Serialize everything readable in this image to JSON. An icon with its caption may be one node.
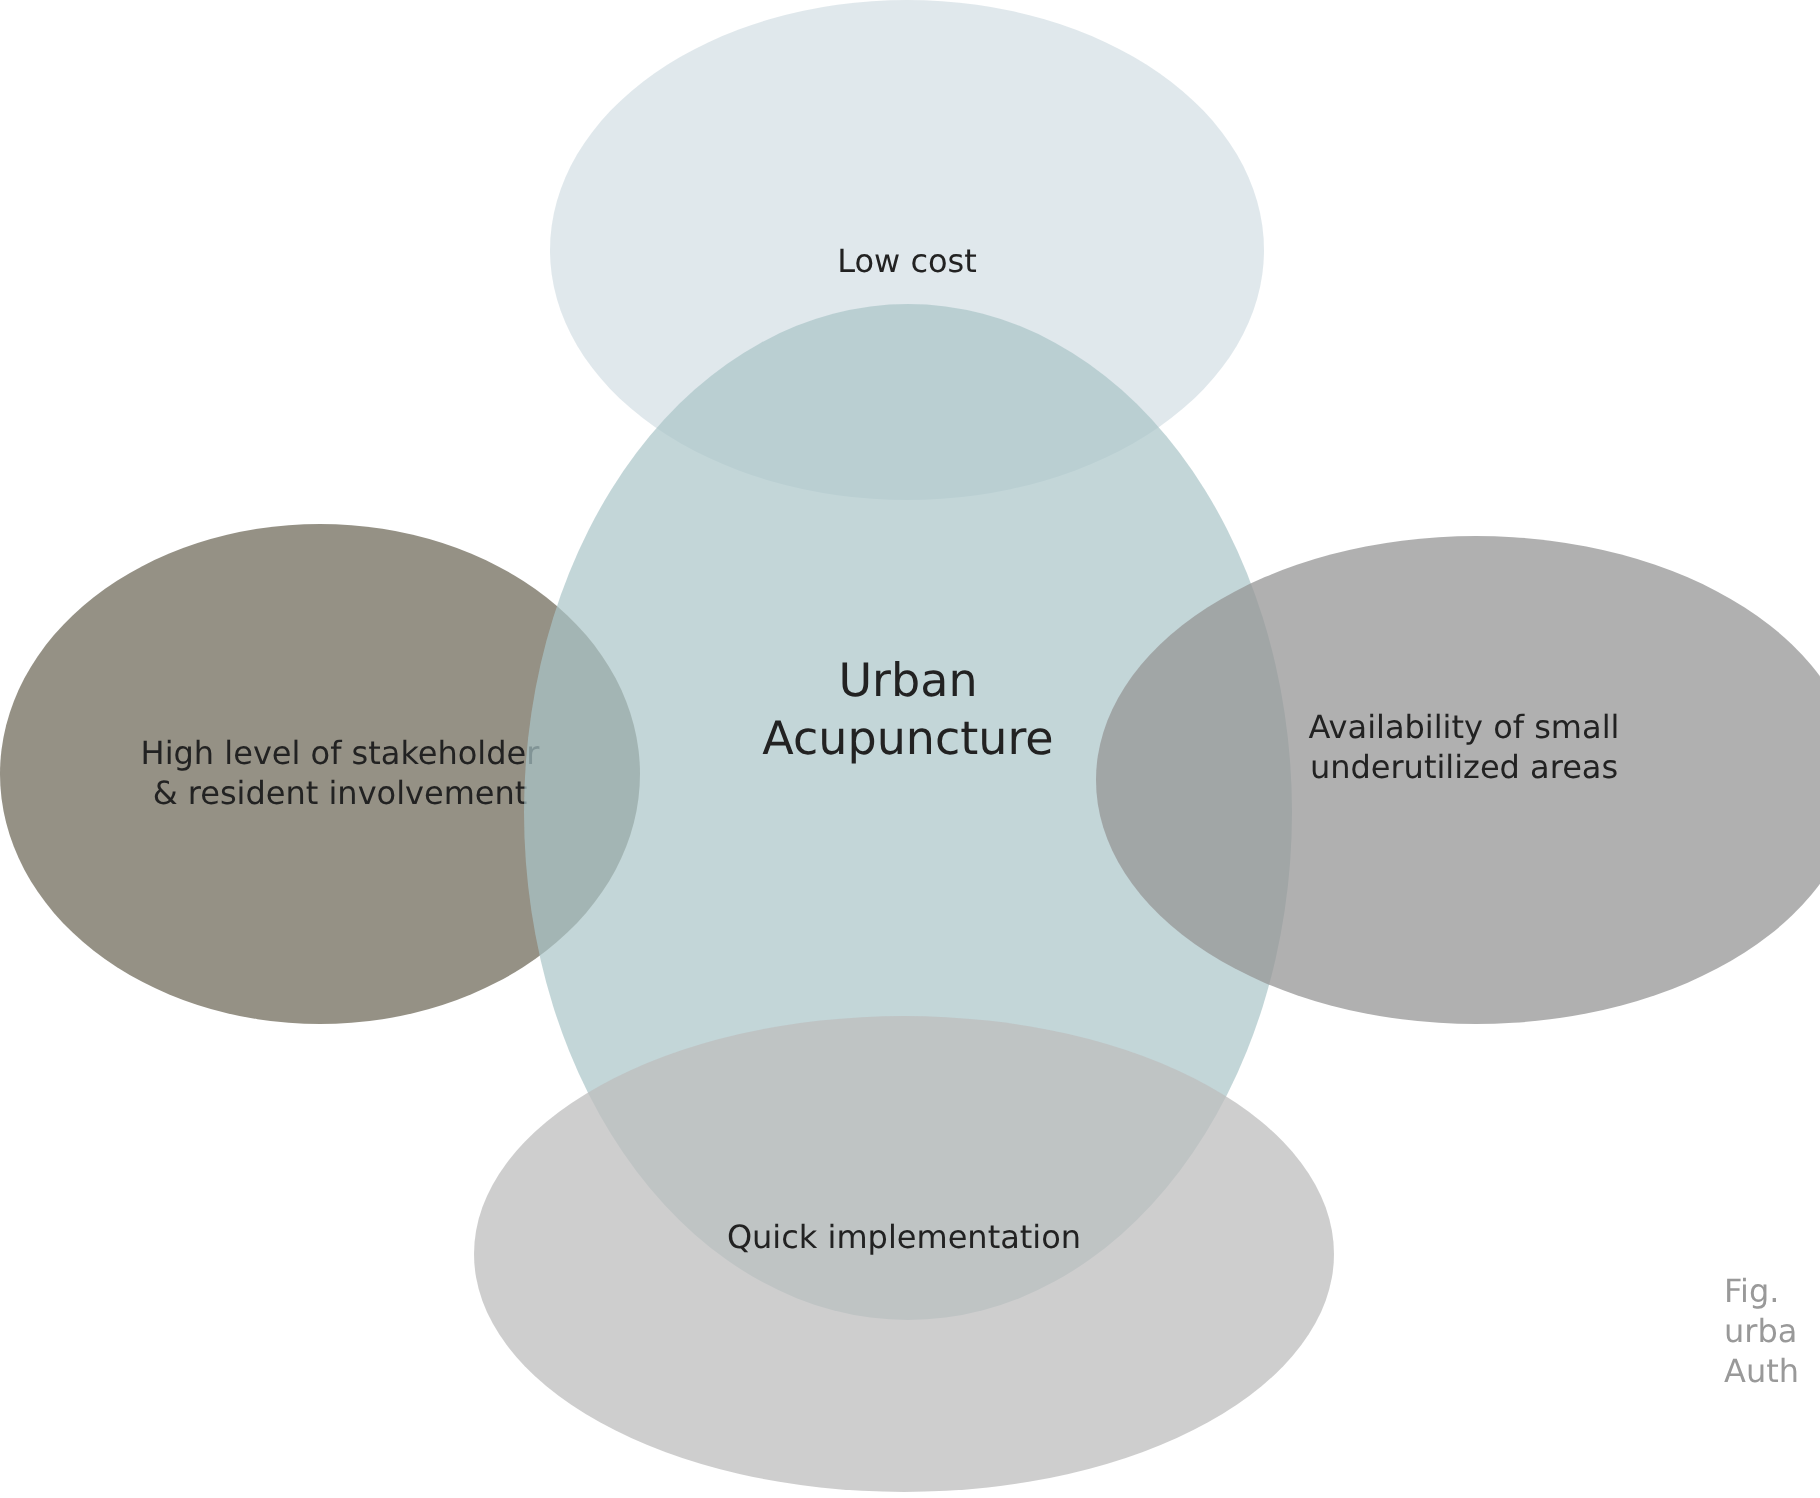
{
  "diagram": {
    "nodes": [
      {
        "text": [
          "Low cost"
        ]
      },
      {
        "text": [
          "High level of stakeholder & resident involvement"
        ]
      },
      {
        "text": [
          "Urban Acupuncture"
        ]
      },
      {
        "text": [
          "Availability of small underutilized areas"
        ]
      },
      {
        "text": [
          "Quick implementation"
        ]
      }
    ],
    "labels": [
      "Fig. urba Auth"
    ]
  }
}
